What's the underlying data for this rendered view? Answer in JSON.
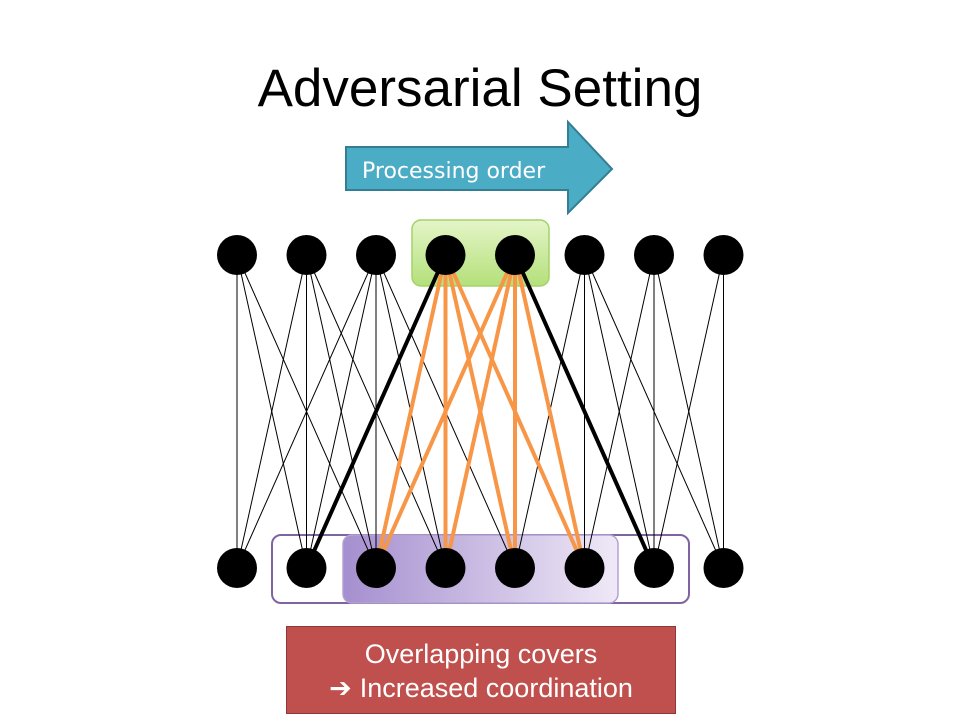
{
  "title": "Adversarial Setting",
  "processing_arrow": {
    "label": "Processing order",
    "color": "#4bacc6"
  },
  "caption": {
    "line1": "Overlapping covers",
    "arrow_icon": "➔",
    "line2": "Increased coordination",
    "color": "#c0504d"
  },
  "graph": {
    "top_node_count": 8,
    "bottom_node_count": 8,
    "highlighted_top_nodes": [
      3,
      4
    ],
    "thin_edges": [
      [
        0,
        0
      ],
      [
        0,
        1
      ],
      [
        0,
        2
      ],
      [
        1,
        0
      ],
      [
        1,
        1
      ],
      [
        1,
        2
      ],
      [
        1,
        3
      ],
      [
        2,
        0
      ],
      [
        2,
        1
      ],
      [
        2,
        2
      ],
      [
        2,
        3
      ],
      [
        2,
        4
      ],
      [
        3,
        2
      ],
      [
        3,
        3
      ],
      [
        3,
        4
      ],
      [
        3,
        5
      ],
      [
        4,
        3
      ],
      [
        4,
        4
      ],
      [
        4,
        5
      ],
      [
        4,
        6
      ],
      [
        5,
        4
      ],
      [
        5,
        5
      ],
      [
        5,
        6
      ],
      [
        5,
        7
      ],
      [
        6,
        5
      ],
      [
        6,
        6
      ],
      [
        6,
        7
      ],
      [
        7,
        6
      ],
      [
        7,
        7
      ]
    ],
    "bold_black_edges": [
      [
        3,
        1
      ],
      [
        4,
        6
      ]
    ],
    "orange_edges": [
      [
        3,
        2
      ],
      [
        3,
        3
      ],
      [
        3,
        4
      ],
      [
        3,
        5
      ],
      [
        4,
        2
      ],
      [
        4,
        3
      ],
      [
        4,
        4
      ],
      [
        4,
        5
      ]
    ],
    "purple_cover_outer": [
      1,
      6
    ],
    "purple_cover_inner": [
      2,
      5
    ],
    "colors": {
      "node": "#000000",
      "thin_edge": "#000000",
      "orange": "#f79646",
      "green_highlight": "#c3e88a",
      "purple_outer_border": "#8064a2",
      "purple_inner_fill": "#b9a6d6"
    }
  }
}
